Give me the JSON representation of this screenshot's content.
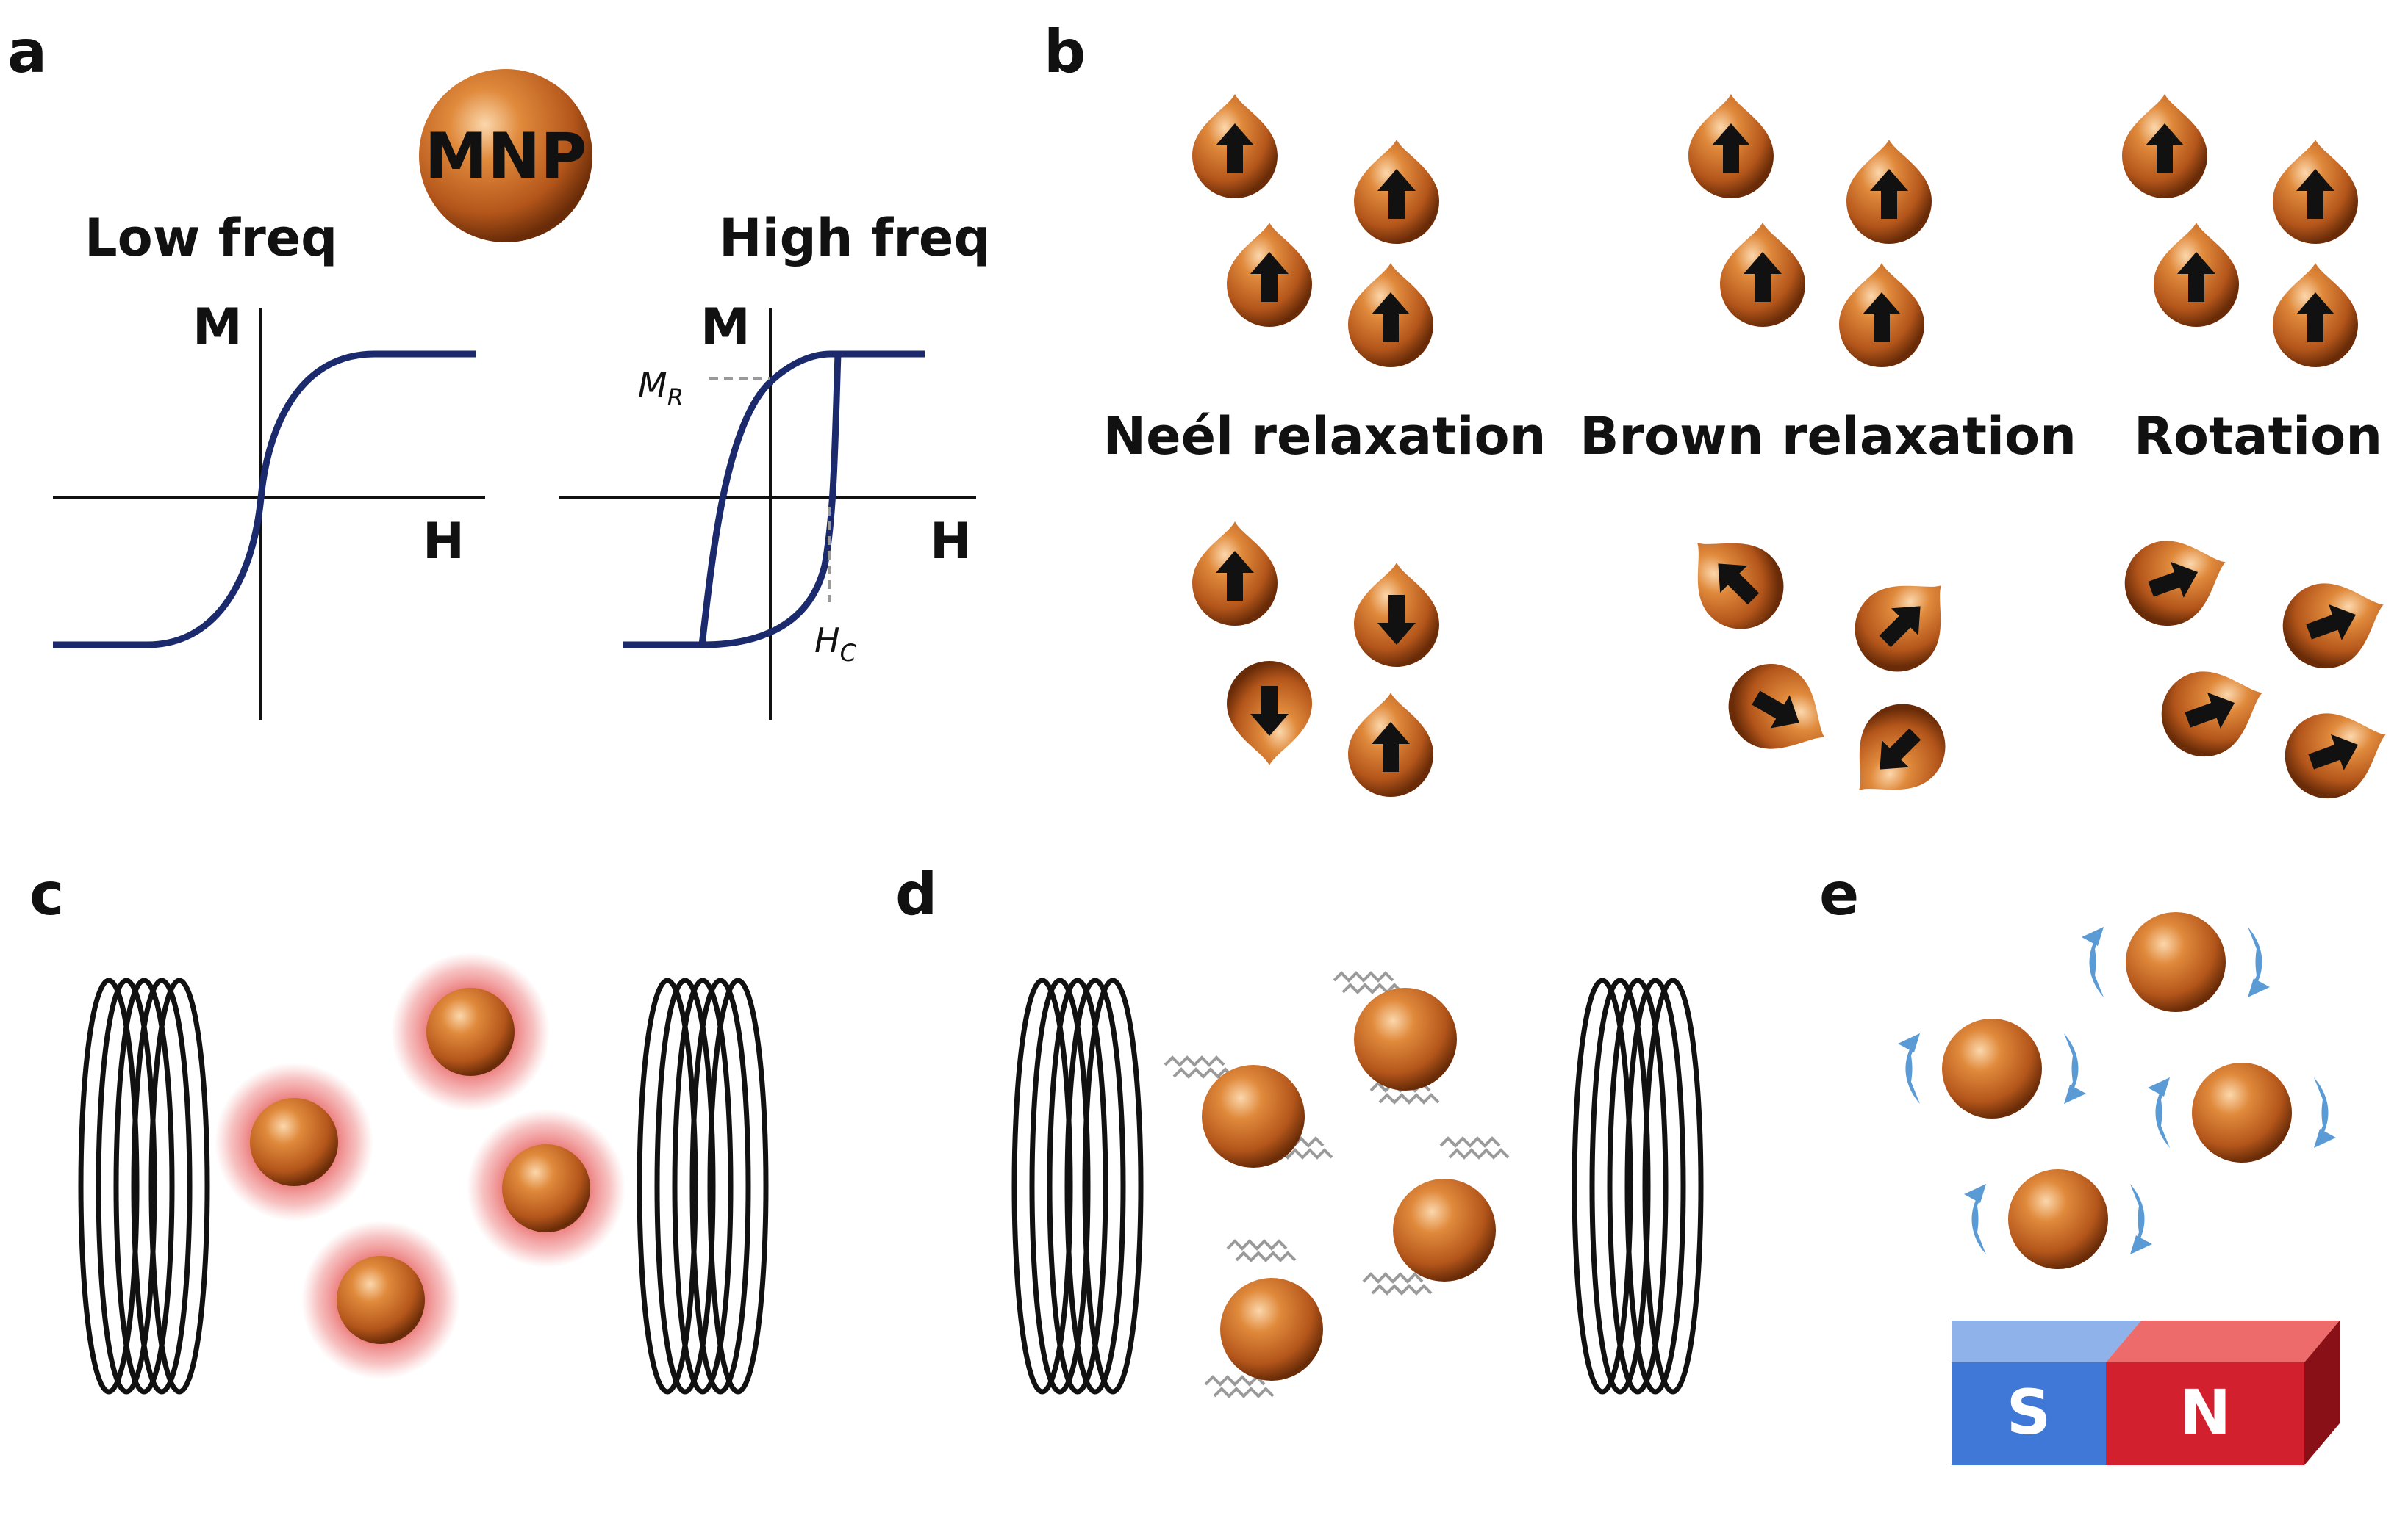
{
  "panels": {
    "a": {
      "label": "a",
      "mnp_label": "MNP",
      "low_title": "Low freq",
      "high_title": "High freq",
      "axis_m": "M",
      "axis_h": "H",
      "remanence": "M",
      "remanence_sub": "R",
      "coercivity": "H",
      "coercivity_sub": "C"
    },
    "b": {
      "label": "b",
      "columns": [
        "Neél relaxation",
        "Brown relaxation",
        "Rotation"
      ]
    },
    "c": {
      "label": "c"
    },
    "d": {
      "label": "d"
    },
    "e": {
      "label": "e",
      "south": "S",
      "north": "N"
    }
  },
  "colors": {
    "particle": "#c8641e",
    "curve": "#1a2a6c",
    "heat_glow": "#e03030",
    "rotation_arrow": "#5b9bd5",
    "magnet_south": "#3f78d6",
    "magnet_north": "#d3202e"
  }
}
